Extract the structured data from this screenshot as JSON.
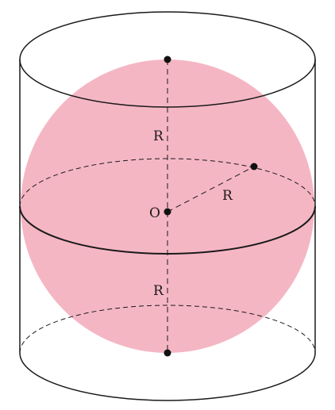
{
  "diagram": {
    "labels": {
      "upper_radius": "R",
      "slant_radius": "R",
      "center": "O",
      "lower_radius": "R"
    },
    "colors": {
      "sphere_fill": "#f5b6c4",
      "stroke": "#1a1a1a",
      "point": "#111111"
    }
  }
}
